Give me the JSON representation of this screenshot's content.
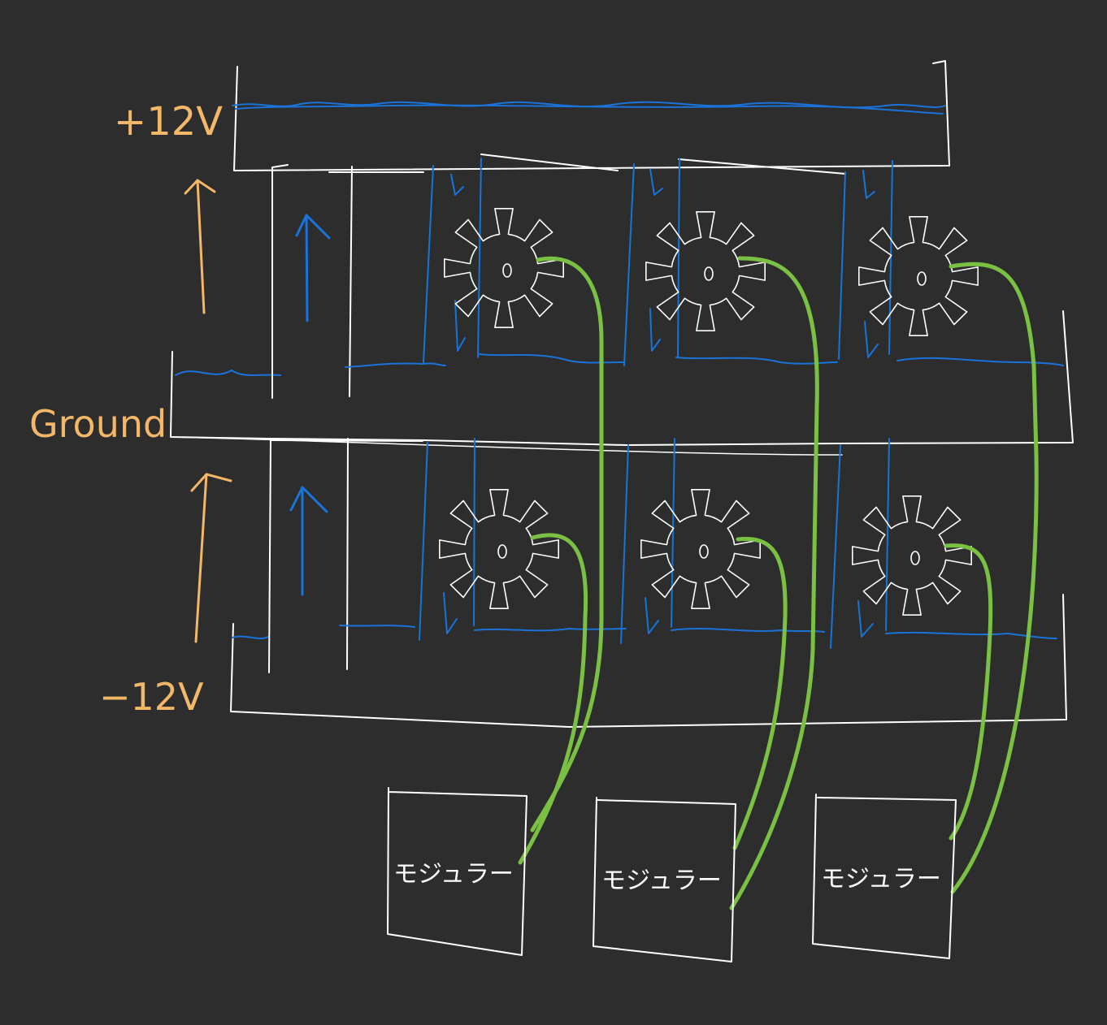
{
  "rails": {
    "positive_label": "+12V",
    "ground_label": "Ground",
    "negative_label": "−12V"
  },
  "fan_rows": 2,
  "fan_columns": 3,
  "controllers": [
    {
      "label": "モジュラー"
    },
    {
      "label": "モジュラー"
    },
    {
      "label": "モジュラー"
    }
  ],
  "colors": {
    "background": "#2d2d2d",
    "structure": "#ffffff",
    "airflow": "#1a73d9",
    "label": "#f2b768",
    "wiring": "#7ac143"
  }
}
